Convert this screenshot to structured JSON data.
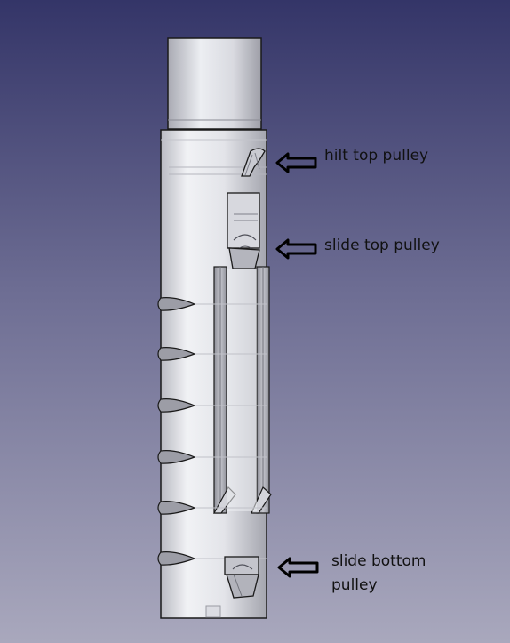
{
  "labels": {
    "hilt_top_pulley": "hilt top pulley",
    "slide_top_pulley": "slide top pulley",
    "slide_bottom_pulley_line1": "slide bottom",
    "slide_bottom_pulley_line2": "pulley"
  },
  "icons": {
    "callout_arrow": "left-arrow-icon"
  },
  "colors": {
    "background_top": "#343568",
    "background_bottom": "#a9a8bd",
    "part_body": "#e7e8ec",
    "part_edge": "#1a1a1a"
  }
}
